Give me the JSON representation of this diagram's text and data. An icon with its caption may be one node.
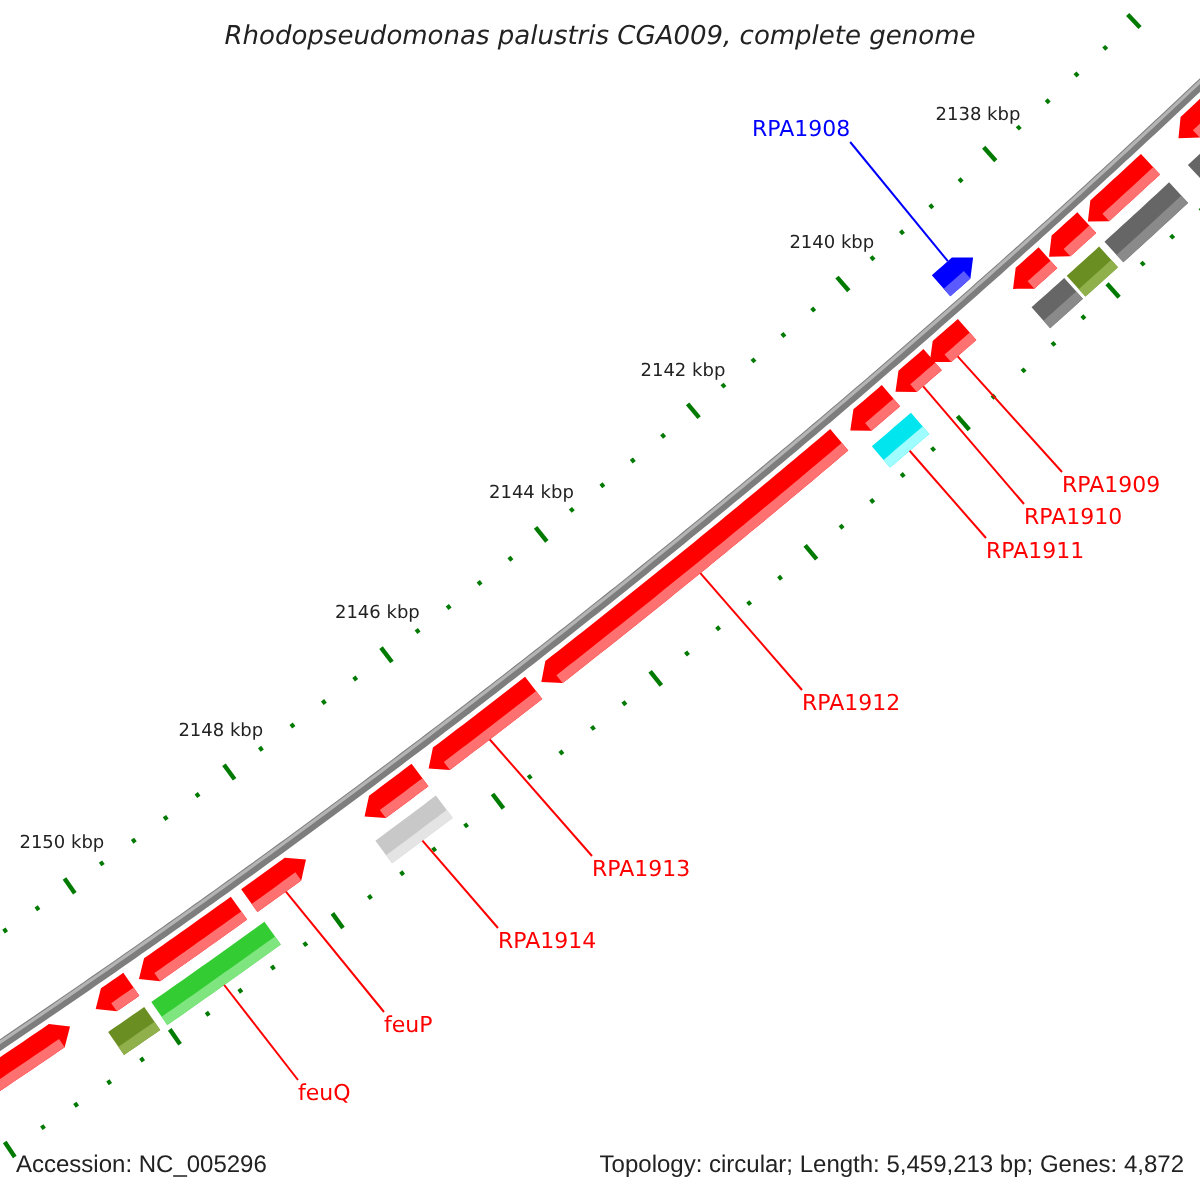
{
  "diagram": {
    "title": "Rhodopseudomonas palustris CGA009, complete genome",
    "nodes": [
      {
        "text": [
          "RPA1908"
        ]
      },
      {
        "text": [
          "RPA1909"
        ]
      },
      {
        "text": [
          "RPA1910"
        ]
      },
      {
        "text": [
          "RPA1911"
        ]
      },
      {
        "text": [
          "RPA1912"
        ]
      },
      {
        "text": [
          "RPA1913"
        ]
      },
      {
        "text": [
          "RPA1914"
        ]
      },
      {
        "text": [
          "feuP"
        ]
      },
      {
        "text": [
          "feuQ"
        ]
      },
      {
        "text": [],
        "shape": "arrow"
      },
      {
        "text": [],
        "shape": "arrow"
      },
      {
        "text": [],
        "shape": "bar"
      },
      {
        "text": [],
        "shape": "arrow"
      },
      {
        "text": [],
        "shape": "bar"
      },
      {
        "text": [],
        "shape": "arrow"
      },
      {
        "text": [],
        "shape": "arrow"
      },
      {
        "text": [],
        "shape": "bar"
      },
      {
        "text": [],
        "shape": "arrow"
      },
      {
        "text": [],
        "shape": "arrow"
      },
      {
        "text": [],
        "shape": "arrow"
      },
      {
        "text": [],
        "shape": "bar"
      },
      {
        "text": [],
        "shape": "arrow"
      },
      {
        "text": [],
        "shape": "arrow"
      },
      {
        "text": [],
        "shape": "arrow"
      },
      {
        "text": [],
        "shape": "arrow"
      },
      {
        "text": [],
        "shape": "bar"
      },
      {
        "text": [],
        "shape": "arrow"
      },
      {
        "text": [],
        "shape": "bar"
      },
      {
        "text": [],
        "shape": "arrow"
      },
      {
        "text": [],
        "shape": "bar"
      },
      {
        "text": [],
        "shape": "arrow"
      },
      {
        "text": [],
        "shape": "bar"
      }
    ],
    "edges": [
      {
        "from": 0,
        "to": 23,
        "arrow": "none",
        "color": "#0000ff"
      },
      {
        "from": 1,
        "to": 22,
        "arrow": "none"
      },
      {
        "from": 2,
        "to": 21,
        "arrow": "none"
      },
      {
        "from": 3,
        "to": 20,
        "arrow": "none"
      },
      {
        "from": 4,
        "to": 18,
        "arrow": "none"
      },
      {
        "from": 5,
        "to": 17,
        "arrow": "none"
      },
      {
        "from": 6,
        "to": 16,
        "arrow": "none"
      },
      {
        "from": 7,
        "to": 14,
        "arrow": "none"
      },
      {
        "from": 8,
        "to": 13,
        "arrow": "none"
      }
    ],
    "labels": [
      "2138 kbp",
      "2140 kbp",
      "2142 kbp",
      "2144 kbp",
      "2146 kbp",
      "2148 kbp",
      "2150 kbp",
      "Accession: NC_005296",
      "Topology: circular; Length: 5,459,213 bp; Genes: 4,872"
    ]
  }
}
